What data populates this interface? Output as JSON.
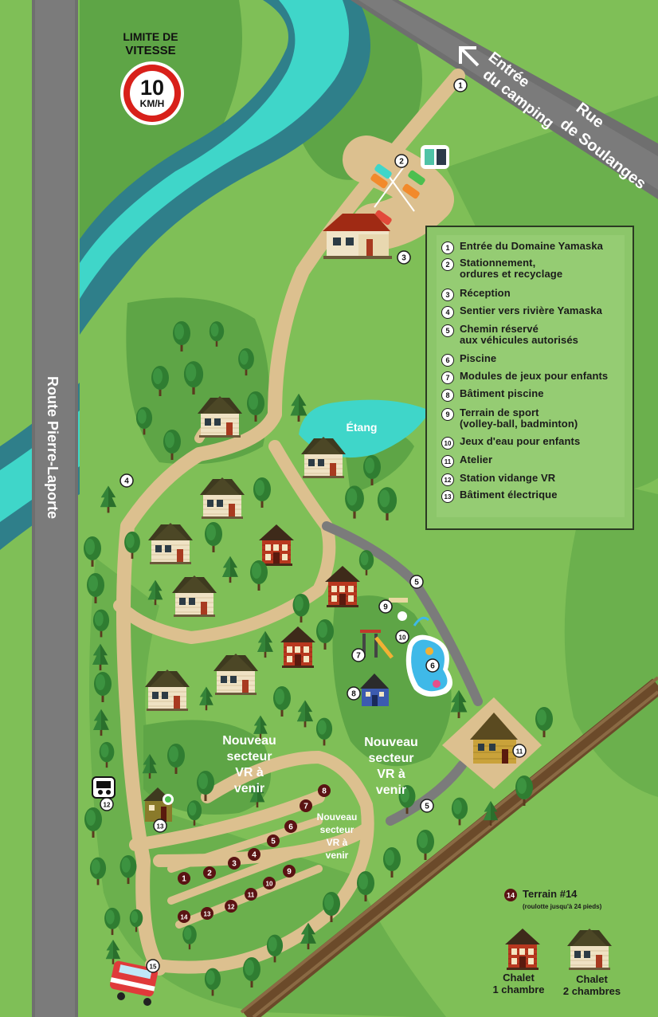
{
  "speed_sign": {
    "title": "LIMITE DE VITESSE",
    "title_line1": "LIMITE DE",
    "title_line2": "VITESSE",
    "number": "10",
    "unit": "KM/H"
  },
  "roads": {
    "left": "Route Pierre-Laporte",
    "top_right_line1": "Rue",
    "top_right_line2": "de Soulanges",
    "entrance_line1": "Entrée",
    "entrance_line2": "du camping"
  },
  "pond_label": "Étang",
  "new_sectors": [
    {
      "line1": "Nouveau",
      "line2": "secteur",
      "line3": "VR à",
      "line4": "venir"
    },
    {
      "line1": "Nouveau",
      "line2": "secteur",
      "line3": "VR à",
      "line4": "venir"
    },
    {
      "line1": "Nouveau",
      "line2": "secteur",
      "line3": "VR à",
      "line4": "venir"
    }
  ],
  "legend": [
    {
      "num": "1",
      "line1": "Entrée du Domaine Yamaska",
      "line2": ""
    },
    {
      "num": "2",
      "line1": "Stationnement,",
      "line2": "ordures et recyclage"
    },
    {
      "num": "3",
      "line1": "Réception",
      "line2": ""
    },
    {
      "num": "4",
      "line1": "Sentier vers rivière Yamaska",
      "line2": ""
    },
    {
      "num": "5",
      "line1": "Chemin réservé",
      "line2": "aux véhicules autorisés"
    },
    {
      "num": "6",
      "line1": "Piscine",
      "line2": ""
    },
    {
      "num": "7",
      "line1": "Modules de jeux pour enfants",
      "line2": ""
    },
    {
      "num": "8",
      "line1": "Bâtiment piscine",
      "line2": ""
    },
    {
      "num": "9",
      "line1": "Terrain de sport",
      "line2": "(volley-ball, badminton)"
    },
    {
      "num": "10",
      "line1": "Jeux d'eau pour enfants",
      "line2": ""
    },
    {
      "num": "11",
      "line1": "Atelier",
      "line2": ""
    },
    {
      "num": "12",
      "line1": "Station vidange VR",
      "line2": ""
    },
    {
      "num": "13",
      "line1": "Bâtiment électrique",
      "line2": ""
    }
  ],
  "markers": [
    "1",
    "2",
    "3",
    "4",
    "5",
    "5",
    "6",
    "7",
    "8",
    "9",
    "10",
    "11",
    "12",
    "13",
    "15"
  ],
  "sites": [
    "1",
    "2",
    "3",
    "4",
    "5",
    "6",
    "7",
    "8",
    "9",
    "10",
    "11",
    "12",
    "13",
    "14"
  ],
  "site14": {
    "num": "14",
    "title": "Terrain #14",
    "note": "(roulotte jusqu'à 24 pieds)"
  },
  "chalet_legend": [
    {
      "line1": "Chalet",
      "line2": "1 chambre"
    },
    {
      "line1": "Chalet",
      "line2": "2 chambres"
    }
  ],
  "colors": {
    "grass": "#7fbf57",
    "forest": "#5ea546",
    "river": "#3fd6c9",
    "road": "#7b7b7b",
    "path": "#dcc08f",
    "site_marker": "#5a1313",
    "chalet_red": "#b8381f",
    "chalet_beige": "#f0e4c8"
  }
}
